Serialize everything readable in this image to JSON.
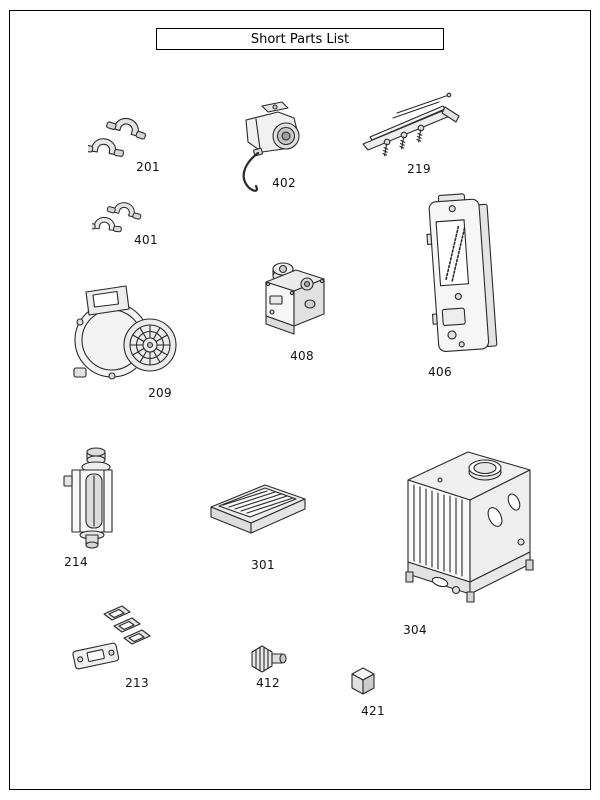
{
  "title": "Short Parts List",
  "parts": {
    "p201": {
      "label": "201"
    },
    "p401": {
      "label": "401"
    },
    "p402": {
      "label": "402"
    },
    "p219": {
      "label": "219"
    },
    "p408": {
      "label": "408"
    },
    "p406": {
      "label": "406"
    },
    "p209": {
      "label": "209"
    },
    "p214": {
      "label": "214"
    },
    "p301": {
      "label": "301"
    },
    "p304": {
      "label": "304"
    },
    "p213": {
      "label": "213"
    },
    "p412": {
      "label": "412"
    },
    "p421": {
      "label": "421"
    }
  }
}
